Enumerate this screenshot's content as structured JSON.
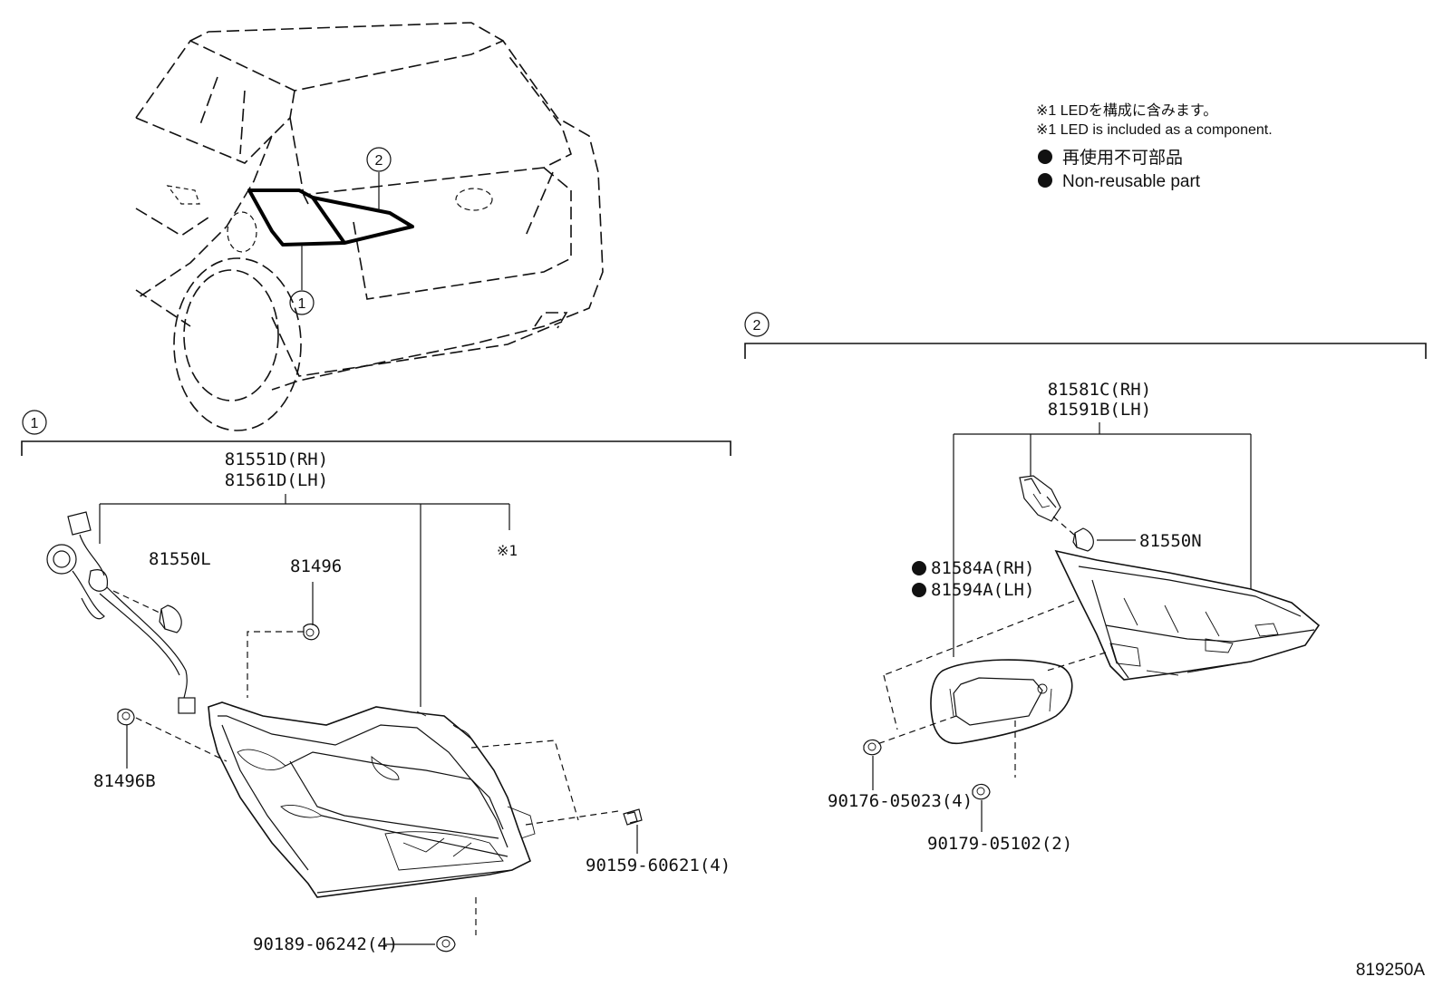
{
  "notes": {
    "led_jp": "※1 LEDを構成に含みます。",
    "led_en": "※1 LED is included as a component.",
    "nonreusable_jp": "再使用不可部品",
    "nonreusable_en": "Non-reusable part"
  },
  "callouts": {
    "c1": "1",
    "c2": "2",
    "star1": "※1"
  },
  "section1": {
    "assembly_rh": "81551D(RH)",
    "assembly_lh": "81561D(LH)",
    "bulb": "81550L",
    "clip_top": "81496",
    "clip_side": "81496B",
    "screw_right": "90159-60621(4)",
    "nut_bottom": "90189-06242(4)"
  },
  "section2": {
    "assembly_rh": "81581C(RH)",
    "assembly_lh": "81591B(LH)",
    "bulb": "81550N",
    "gasket_rh": "81584A(RH)",
    "gasket_lh": "81594A(LH)",
    "nut_left": "90176-05023(4)",
    "nut_bottom": "90179-05102(2)"
  },
  "illustration_code": "819250A"
}
